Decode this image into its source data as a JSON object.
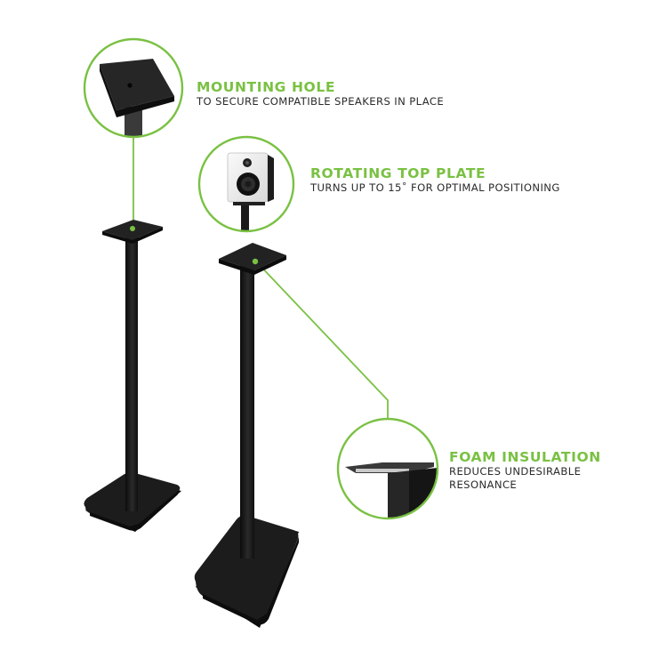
{
  "colors": {
    "accent": "#7ac143",
    "stand": "#1a1a1a",
    "text": "#2b2b2b"
  },
  "callouts": {
    "mounting_hole": {
      "title": "MOUNTING HOLE",
      "desc": "TO SECURE COMPATIBLE SPEAKERS IN PLACE"
    },
    "rotating_top_plate": {
      "title": "ROTATING TOP PLATE",
      "desc": "TURNS UP TO 15˚ FOR OPTIMAL POSITIONING"
    },
    "foam_insulation": {
      "title": "FOAM INSULATION",
      "desc_line1": "REDUCES UNDESIRABLE",
      "desc_line2": "RESONANCE"
    }
  },
  "icons": [
    "mounting-plate-closeup",
    "speaker-closeup",
    "foam-plate-closeup"
  ]
}
